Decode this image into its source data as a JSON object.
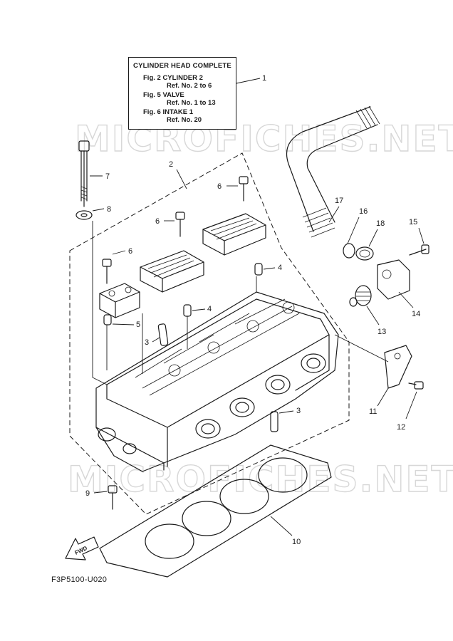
{
  "watermarks": [
    "MICROFICHES.NET",
    "MICROFICHES.NET"
  ],
  "title_box": {
    "title": "CYLINDER HEAD COMPLETE",
    "refs": [
      {
        "fig": "Fig. 2 CYLINDER 2",
        "ref": "Ref. No. 2 to 6"
      },
      {
        "fig": "Fig. 5 VALVE",
        "ref": "Ref. No. 1 to 13"
      },
      {
        "fig": "Fig. 6 INTAKE 1",
        "ref": "Ref. No. 20"
      }
    ]
  },
  "callouts": [
    "1",
    "2",
    "7",
    "8",
    "6",
    "6",
    "6",
    "4",
    "4",
    "5",
    "3",
    "3",
    "9",
    "10",
    "17",
    "16",
    "18",
    "15",
    "14",
    "13",
    "11",
    "12"
  ],
  "fwd_label": "FWD",
  "diagram_code": "F3P5100-U020"
}
